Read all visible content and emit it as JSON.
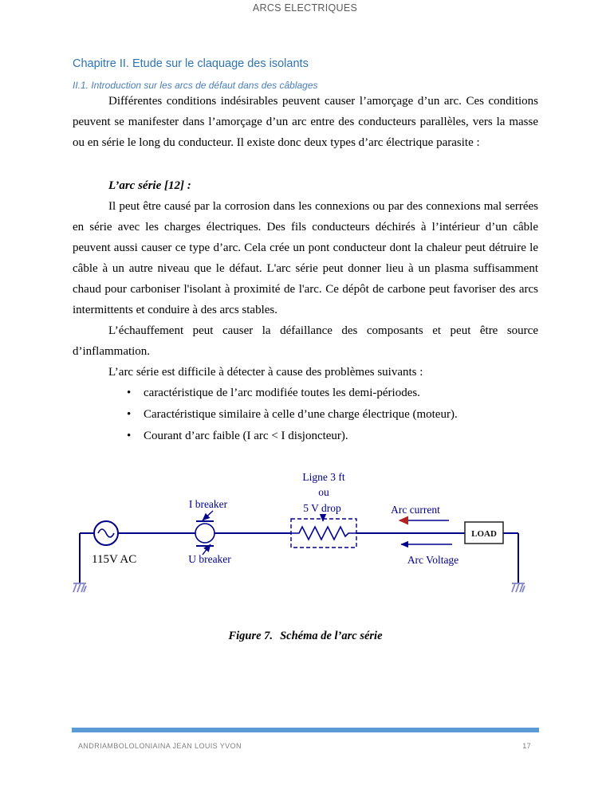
{
  "header": {
    "title": "ARCS ELECTRIQUES"
  },
  "content": {
    "chapter_heading": "Chapitre II. Etude sur le claquage des isolants",
    "section_heading": "II.1. Introduction sur les arcs de défaut dans des câblages",
    "para_intro": "Différentes conditions indésirables peuvent causer l’amorçage d’un arc. Ces conditions peuvent se manifester dans l’amorçage d’un arc entre des conducteurs parallèles, vers la masse ou en série le long du conducteur. Il existe donc deux types d’arc électrique parasite :",
    "arc_serie_heading": "L’arc série [12] :",
    "para_arc_serie": "Il peut être causé par la corrosion dans les connexions ou par des connexions mal serrées en série avec les charges électriques. Des fils conducteurs déchirés à l’intérieur d’un câble peuvent aussi causer ce type d’arc. Cela crée un pont conducteur dont la chaleur peut détruire le câble à un autre niveau que le défaut. L'arc série peut donner lieu à un plasma suffisamment chaud pour carboniser l'isolant à proximité de l'arc. Ce dépôt de carbone peut favoriser des arcs intermittents et conduire à des arcs stables.",
    "para_echauffement": "L’échauffement peut causer la défaillance des composants et peut être source d’inflammation.",
    "para_difficile": "L’arc série est difficile à détecter à cause des problèmes suivants :",
    "bullet_char": "•",
    "bullets": [
      "caractéristique de l’arc modifiée toutes les demi-périodes.",
      "Caractéristique similaire à celle d’une charge électrique (moteur).",
      "Courant d’arc faible (I arc < I disjoncteur)."
    ],
    "figure": {
      "caption_label": "Figure 7.",
      "caption_text": "Schéma de l’arc série"
    }
  },
  "diagram": {
    "labels": {
      "line1": "Ligne 3 ft",
      "line2": "ou",
      "line3": "5 V drop",
      "i_breaker": "I breaker",
      "u_breaker": "U breaker",
      "arc_current": "Arc current",
      "arc_voltage": "Arc Voltage",
      "source": "115V AC",
      "load": "LOAD"
    },
    "colors": {
      "wire": "#00008c",
      "label_text": "#00008c",
      "arc_arrowhead": "#b22222",
      "ground": "#8484c8"
    }
  },
  "footer": {
    "author": "ANDRIAMBOLOLONIAINA JEAN LOUIS YVON",
    "page_number": "17",
    "bar_color": "#5b9bd5"
  }
}
